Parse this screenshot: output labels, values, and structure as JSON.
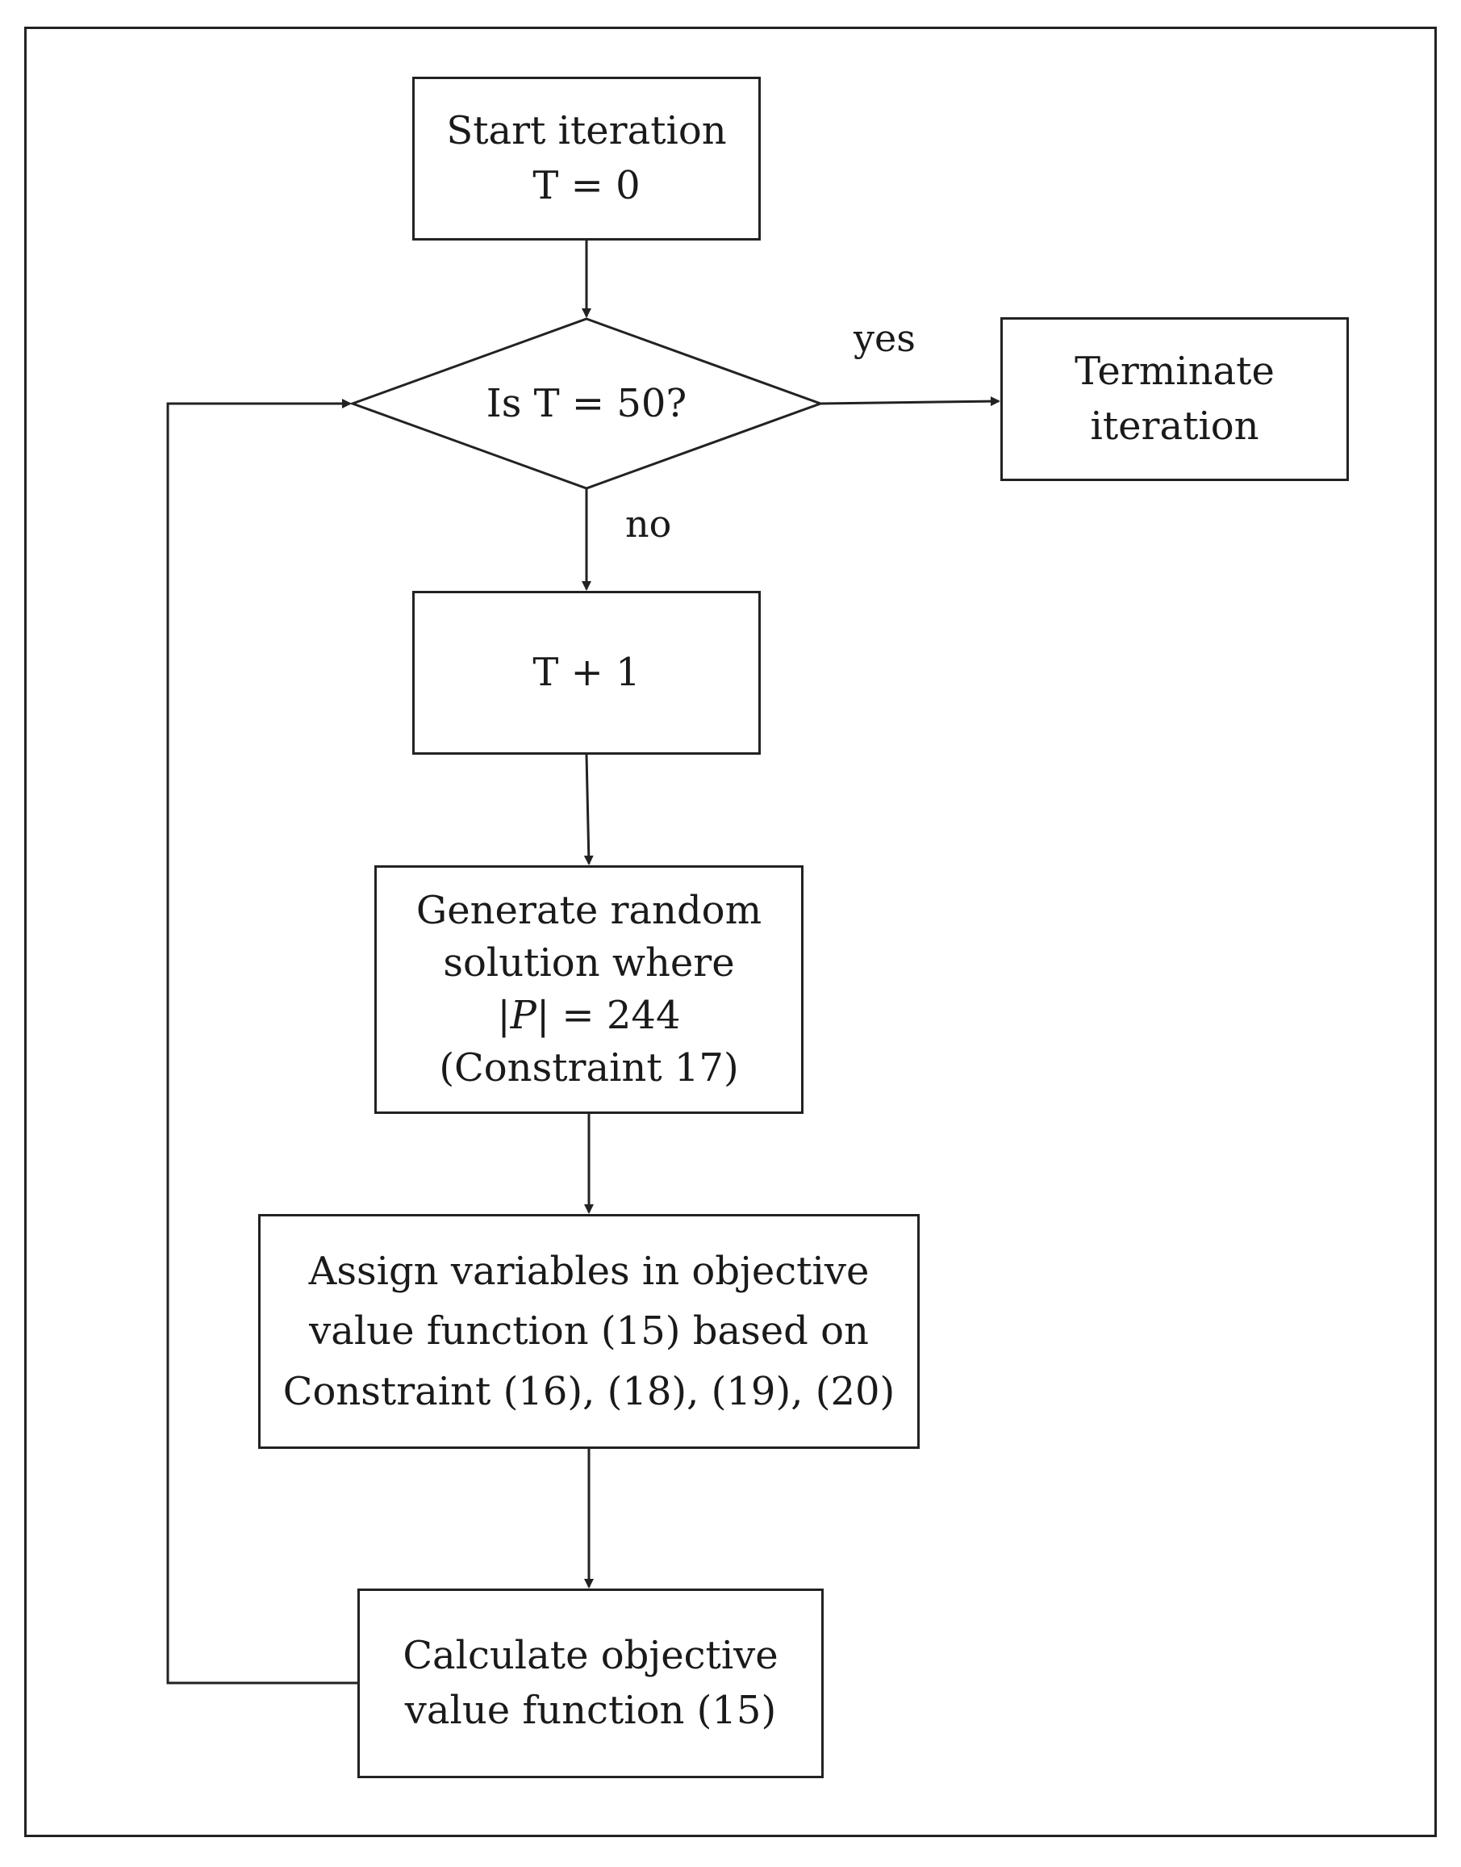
{
  "nodes": {
    "start": {
      "line1": "Start iteration",
      "line2": "T = 0"
    },
    "decision": {
      "label": "Is T = 50?"
    },
    "terminate": {
      "line1": "Terminate",
      "line2": "iteration"
    },
    "increment": {
      "label": "T + 1"
    },
    "generate": {
      "line1": "Generate random",
      "line2": "solution where",
      "line3_pre": "|",
      "line3_var": "P",
      "line3_post": "| = 244",
      "line4": "(Constraint 17)"
    },
    "assign": {
      "line1": "Assign variables in objective",
      "line2": "value function (15) based on",
      "line3": "Constraint (16), (18), (19), (20)"
    },
    "calculate": {
      "line1": "Calculate objective",
      "line2": "value function (15)"
    }
  },
  "edges": {
    "yes_label": "yes",
    "no_label": "no"
  }
}
